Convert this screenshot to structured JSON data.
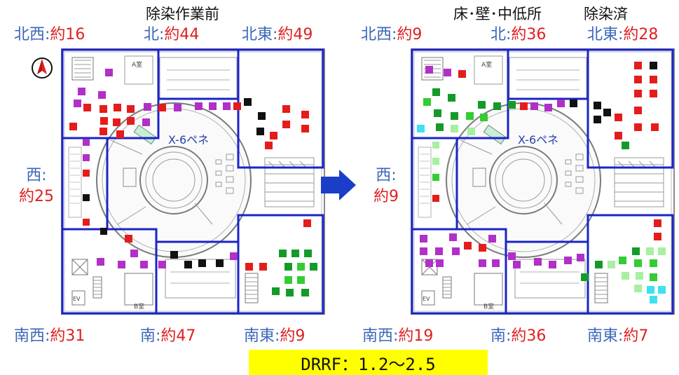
{
  "titles": {
    "before": "除染作業前",
    "after_left": "床･壁･中低所",
    "after_right": "除染済"
  },
  "before": {
    "nw": {
      "dir": "北西:",
      "val": "約16"
    },
    "n": {
      "dir": "北:",
      "val": "約44"
    },
    "ne": {
      "dir": "北東:",
      "val": "約49"
    },
    "w": {
      "dir": "西:",
      "val": "約25"
    },
    "sw": {
      "dir": "南西:",
      "val": "約31"
    },
    "s": {
      "dir": "南:",
      "val": "約47"
    },
    "se": {
      "dir": "南東:",
      "val": "約9"
    }
  },
  "after": {
    "nw": {
      "dir": "北西:",
      "val": "約9"
    },
    "n": {
      "dir": "北:",
      "val": "約36"
    },
    "ne": {
      "dir": "北東:",
      "val": "約28"
    },
    "w": {
      "dir": "西:",
      "val": "約9"
    },
    "sw": {
      "dir": "南西:",
      "val": "約19"
    },
    "s": {
      "dir": "南:",
      "val": "約36"
    },
    "se": {
      "dir": "南東:",
      "val": "約7"
    }
  },
  "map_labels": {
    "room_a": "A室",
    "room_b": "B室",
    "ev": "EV",
    "penetration": "X-6ペネ"
  },
  "drrf": "DRRF：1.2～2.5",
  "colors": {
    "red": "#e51c1c",
    "magenta": "#b030c8",
    "black": "#111111",
    "dark_green": "#159a2a",
    "green": "#33cc33",
    "light_green": "#a6f0a0",
    "cyan": "#40e0f0",
    "frame_blue": "#1a24c8",
    "arrow_blue": "#1a3ec8"
  }
}
